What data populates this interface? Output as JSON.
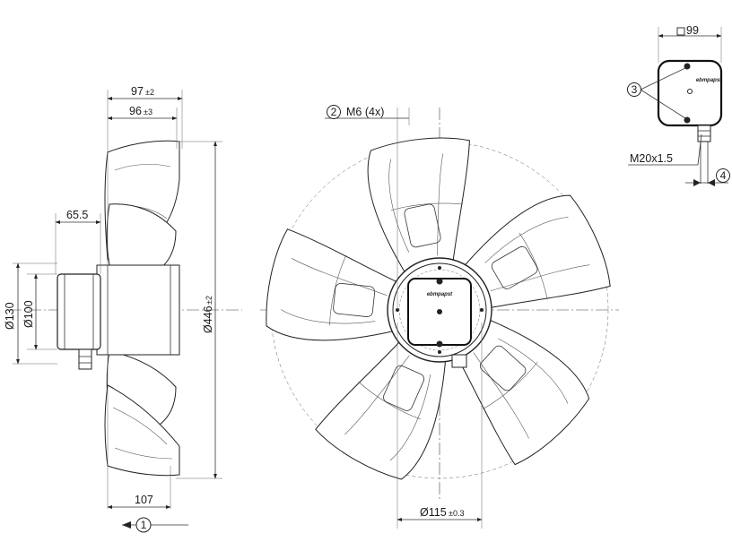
{
  "side_view": {
    "dim_97": {
      "value": "97",
      "tol": "±2"
    },
    "dim_96": {
      "value": "96",
      "tol": "±3"
    },
    "dim_65_5": {
      "value": "65.5"
    },
    "dim_130": {
      "value": "Ø130"
    },
    "dim_100": {
      "value": "Ø100"
    },
    "dim_446": {
      "value": "Ø446",
      "tol": "±2"
    },
    "dim_107": {
      "value": "107"
    },
    "balloon_1": "1"
  },
  "front_view": {
    "balloon_2": "2",
    "thread_label": "M6 (4x)",
    "dim_115": {
      "value": "Ø115",
      "tol": "±0.3"
    },
    "hub_brand": "ebmpapst"
  },
  "terminal_box": {
    "square_dim": "99",
    "balloon_3": "3",
    "gland_label": "M20x1.5",
    "balloon_4": "4",
    "brand": "ebmpapst"
  }
}
